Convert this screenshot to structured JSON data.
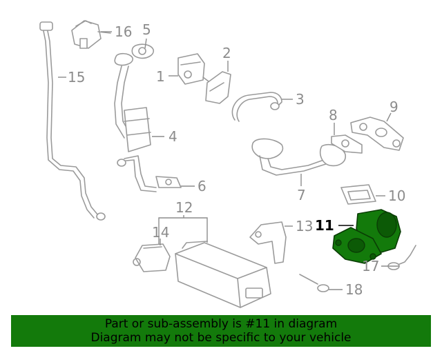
{
  "callouts": {
    "c1": "1",
    "c2": "2",
    "c3": "3",
    "c4": "4",
    "c5": "5",
    "c6": "6",
    "c7": "7",
    "c8": "8",
    "c9": "9",
    "c10": "10",
    "c11": "11",
    "c12": "12",
    "c13": "13",
    "c14": "14",
    "c15": "15",
    "c16": "16",
    "c17": "17",
    "c18": "18"
  },
  "highlighted_part": "11",
  "colors": {
    "highlight": "#137a0b",
    "banner": "#137a0b",
    "line": "#9a9a9a"
  },
  "banner": {
    "line1": "Part or sub-assembly is #11 in diagram",
    "line2": "Diagram may not be specific to your vehicle"
  }
}
